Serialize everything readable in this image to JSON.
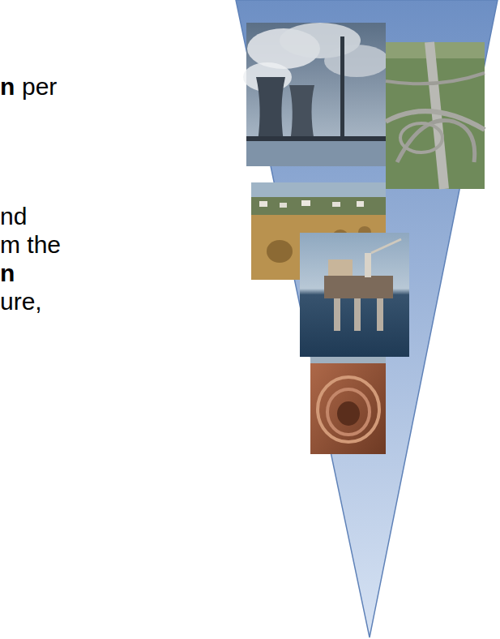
{
  "diagram": {
    "labels": [
      "n",
      "per",
      "nd",
      "m the",
      "n",
      "ure,"
    ]
  }
}
